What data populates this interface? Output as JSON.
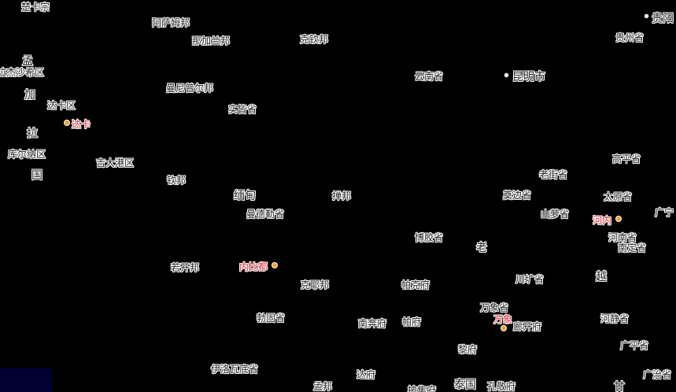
{
  "labels": {
    "l_0": "楚卡宗",
    "l_1": "阿萨姆邦",
    "l_2": "那加兰邦",
    "l_3": "克钦邦",
    "l_4": "贵阳",
    "l_5": "贵州省",
    "l_6": "孟",
    "l_7": "拉杰沙希区",
    "l_8": "云南省",
    "l_9": "昆明市",
    "l_10": "加",
    "l_11": "曼尼普尔邦",
    "l_12": "达卡区",
    "l_13": "实皆省",
    "l_14": "达卡",
    "l_15": "拉",
    "l_16": "库尔纳区",
    "l_17": "吉大港区",
    "l_18": "国",
    "l_19": "钦邦",
    "l_20": "缅甸",
    "l_21": "掸邦",
    "l_22": "曼德勒省",
    "l_23": "老街省",
    "l_24": "高平省",
    "l_25": "奠边省",
    "l_26": "太原省",
    "l_27": "山萝省",
    "l_28": "河内",
    "l_29": "广宁",
    "l_30": "博胶省",
    "l_31": "河南省",
    "l_32": "南定省",
    "l_33": "老",
    "l_34": "若开邦",
    "l_35": "内比都",
    "l_36": "克耶邦",
    "l_37": "帕克府",
    "l_38": "川圹省",
    "l_39": "越",
    "l_40": "万象省",
    "l_41": "万象",
    "l_42": "勃固省",
    "l_43": "南奔府",
    "l_44": "帕府",
    "l_45": "廊开府",
    "l_46": "河静省",
    "l_47": "黎府",
    "l_48": "广平省",
    "l_49": "伊洛瓦底省",
    "l_50": "达府",
    "l_51": "广治省",
    "l_52": "孟邦",
    "l_53": "披集府",
    "l_54": "泰国",
    "l_55": "孔敬府",
    "l_56": "甘"
  },
  "colors": {
    "background": "#000000",
    "capital_text": "#e0303a",
    "capital_dot": "#f0a030",
    "label_text": "#222222",
    "label_halo": "#ffffff",
    "water": "#000033"
  }
}
